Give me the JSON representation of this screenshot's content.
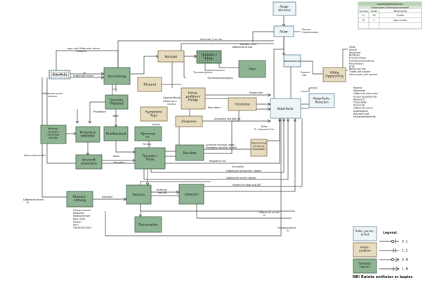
{
  "header": {
    "title": "Sosialdatakomplekset",
    "subtitle": "Datamodell informasjonsmodell",
    "table_headers": [
      "Symbol",
      "Antall",
      "Beskrivelse"
    ],
    "table_rows": [
      {
        "symbol": "EN",
        "count": "39",
        "desc": "Entitet"
      },
      {
        "symbol": "KI",
        "count": "2",
        "desc": "Kopi Entitet"
      }
    ]
  },
  "entities": {
    "akter_struktur": "Aktør-\nstruktur",
    "akter": "Aktør",
    "kompetanse": "Kompetanse",
    "viktig_opplysning": "Viktig\nOpplysning",
    "aktorrolle_relasjon": "AktørRolle-\nRelasjon",
    "aktorrolle": "AktørRolle",
    "aktorrolle_copy": "AktørRolle",
    "anmodning": "Anmodning",
    "kontakt": "Kontakt",
    "tjeneste_tiltak_top": "Tjeneste /\nTiltak",
    "plan": "Plan",
    "tilstand": "Tilstand",
    "helse_problem": "Helse-\nproblem/\nForløp",
    "hendelse": "Hendelse",
    "tjeneste_tiltaksdef": "Tjeneste-\nTiltakdef.",
    "symptom": "Symptom/\nTegn",
    "diagnose": "Diagnose",
    "normalverdier": "Normal-\nverdier /\nreferanse-\nverdier",
    "prosedyre_bibliotek": "Prosedyre\nbibliotek",
    "pris_kostnad": "Pris/Kostnad",
    "hjemmel": "Hjemmel",
    "eleponering": "Eleponering\n(Ordning,\nmed.dose)",
    "resultat": "Resultat",
    "anvendt_prosedyre": "Anvendt\nprosedyre",
    "tjeneste_tiltak": "Tjeneste /\nTiltak",
    "ressurskatalog": "Ressurs-\nkatalog",
    "ressurs": "Ressurs",
    "lokasjon": "Lokasjon",
    "ressursplan": "Ressursplan"
  },
  "attribute_lists": {
    "viktig_opplysning": [
      "CAVE",
      "Allergi",
      "Implantat",
      "Blodtype",
      "Kronisk lidelse",
      "Funksjonsnedsetting",
      "Reservasjon",
      "Bruk",
      "Behov for tolk",
      "Tilhøri gift pasient",
      "Informasjon gitt pasient"
    ],
    "aktorrolle": [
      "Pasient",
      "Pårørende",
      "Utførende behandler",
      "Ansvarlig behandler",
      "Rekvirent",
      "Observatør",
      "Ansvarlig",
      "Utførende enhet",
      "Arbeidsgiver",
      "Returadr.part",
      "Helsetjenestetiltak"
    ],
    "ressurskatalog": [
      "Helsepersonell",
      "Medisiner",
      "Medikamenter",
      "Med. forbr.",
      "Senger",
      "Rom",
      "Operasjonsstue"
    ]
  },
  "relations": {
    "person_organisasjon": "Person\nOrganisasjon",
    "henviser_rolle": "Henviser / rer om",
    "kontakt_vedr": "Kontakt vedr.",
    "utforende_enhet": "Utførende enhet",
    "legge_ved_utforende": "Lege ved Utførende enhet\nHolderer",
    "til_utforende": "Til\nutførende enhet",
    "fra_utforende": "Utførende enhet\nLeverer",
    "om": "Om",
    "tjenestetilbud": "Tjeneste/ytelse",
    "tilskuddsfaktor": "Tilskuddsfaktor",
    "pasient_til": "Pasient til",
    "pasient_for": "Pasient for",
    "aktivitet": "Aktivitet",
    "resultater": "Resultater",
    "diagnose": "Diagnose",
    "problem": "Problem",
    "tariff": "Tariff",
    "arbeid": "Arbeid",
    "ansvarlig_resultat": "Ansvarlig resultat for",
    "funksjon": "Funksjon",
    "anvendt_resultat": "Anvendt resultat (bedr)\nForeløpig resultat (bilde)",
    "registrert_for": "Registrert for",
    "utforende_behandler_ut": "Utførende behandler utfører",
    "utforende_enhet_utforer": "Utførende enhet utfører",
    "resultat_kontakt": "Resultat kontakt",
    "ansvarlig": "Ansvarlig",
    "rolle_er": "Rolle\nEr eleponert for",
    "pasient_innlagt": "Pasient innlagt seg på",
    "benytter": "Benytter",
    "befinner_seg_pa": "Befinner\nseg på",
    "utforende_enhet_er": "Utførende enhet\nEr",
    "helsepersonell_er": "Helsepersonell\nEr",
    "ressursbehov_for": "Ressursbehov for",
    "utforende_enhet_er2": "Utførende enhet\nEr",
    "tid": "Tid",
    "kode": "Kode",
    "timing": "Timing"
  },
  "legend": {
    "title": "Legend:",
    "swatches": [
      {
        "label": "Rolle, person,\nenhet",
        "style": "blue"
      },
      {
        "label": "Helse-\nproblem",
        "style": "tan"
      },
      {
        "label": "Tjeneste,\nressurs",
        "style": "green"
      }
    ],
    "cardinalities": [
      "0..1",
      "1..1",
      "0..N",
      "1..N"
    ],
    "note": "NB! Rutete entiteter er kopier."
  },
  "colors": {
    "green": "#8fb494",
    "tan": "#e8dcbf",
    "blue": "#eef5f8",
    "line": "#3a3a3a"
  }
}
